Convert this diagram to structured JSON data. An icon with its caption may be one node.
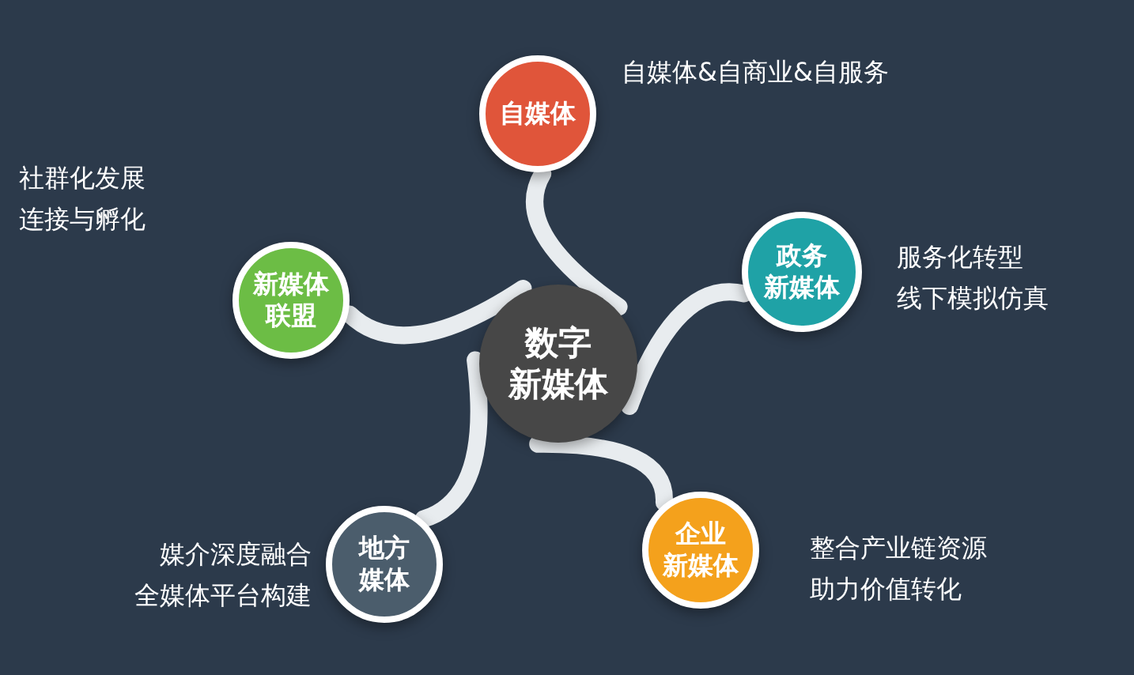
{
  "diagram": {
    "nodes": [
      {
        "text": [
          "数字新媒体"
        ]
      },
      {
        "text": [
          "自媒体"
        ],
        "beside": [
          "自媒体&自商业&自服务"
        ]
      },
      {
        "text": [
          "政务新媒体"
        ],
        "beside": [
          "服务化转型",
          "线下模拟仿真"
        ]
      },
      {
        "text": [
          "企业新媒体"
        ],
        "beside": [
          "整合产业链资源",
          "助力价值转化"
        ]
      },
      {
        "text": [
          "地方媒体"
        ],
        "beside": [
          "媒介深度融合",
          "全媒体平台构建"
        ]
      },
      {
        "text": [
          "新媒体联盟"
        ],
        "beside": [
          "社群化发展",
          "连接与孵化"
        ]
      }
    ],
    "edges": [
      {
        "from": 0,
        "to": 1,
        "arrow": "none"
      },
      {
        "from": 0,
        "to": 2,
        "arrow": "none"
      },
      {
        "from": 0,
        "to": 3,
        "arrow": "none"
      },
      {
        "from": 0,
        "to": 4,
        "arrow": "none"
      },
      {
        "from": 0,
        "to": 5,
        "arrow": "none"
      }
    ]
  }
}
